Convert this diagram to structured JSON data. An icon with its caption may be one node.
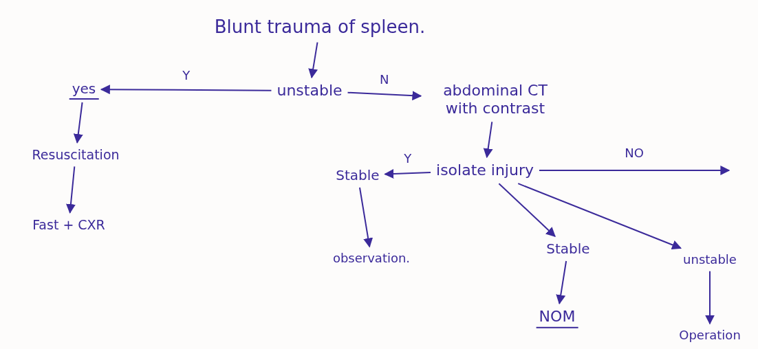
{
  "diagram": {
    "nodes": [
      {
        "text": [
          "Blunt trauma of spleen."
        ]
      },
      {
        "text": [
          "unstable"
        ]
      },
      {
        "text": [
          "yes"
        ]
      },
      {
        "text": [
          "Resuscitation"
        ]
      },
      {
        "text": [
          "Fast + CXR"
        ]
      },
      {
        "text": [
          "abdominal CT with contrast"
        ]
      },
      {
        "text": [
          "isolate injury"
        ]
      },
      {
        "text": [
          "Stable"
        ]
      },
      {
        "text": [
          "observation."
        ]
      },
      {
        "text": [
          "Stable"
        ]
      },
      {
        "text": [
          "unstable"
        ]
      },
      {
        "text": [
          "NOM"
        ]
      },
      {
        "text": [
          "Operation"
        ]
      }
    ],
    "edges": [
      {
        "from": 0,
        "to": 1,
        "arrow": "to"
      },
      {
        "from": 1,
        "to": 2,
        "arrow": "to",
        "label": "Y"
      },
      {
        "from": 2,
        "to": 3,
        "arrow": "to"
      },
      {
        "from": 3,
        "to": 4,
        "arrow": "to"
      },
      {
        "from": 1,
        "to": 5,
        "arrow": "to",
        "label": "N"
      },
      {
        "from": 5,
        "to": 6,
        "arrow": "to"
      },
      {
        "from": 6,
        "to": 7,
        "arrow": "to",
        "label": "Y"
      },
      {
        "from": 7,
        "to": 8,
        "arrow": "to"
      },
      {
        "from": 6,
        "to": null,
        "arrow": "to",
        "label": "NO"
      },
      {
        "from": 6,
        "to": 9,
        "arrow": "to"
      },
      {
        "from": 6,
        "to": 10,
        "arrow": "to"
      },
      {
        "from": 9,
        "to": 11,
        "arrow": "to"
      },
      {
        "from": 10,
        "to": 12,
        "arrow": "to"
      }
    ]
  }
}
